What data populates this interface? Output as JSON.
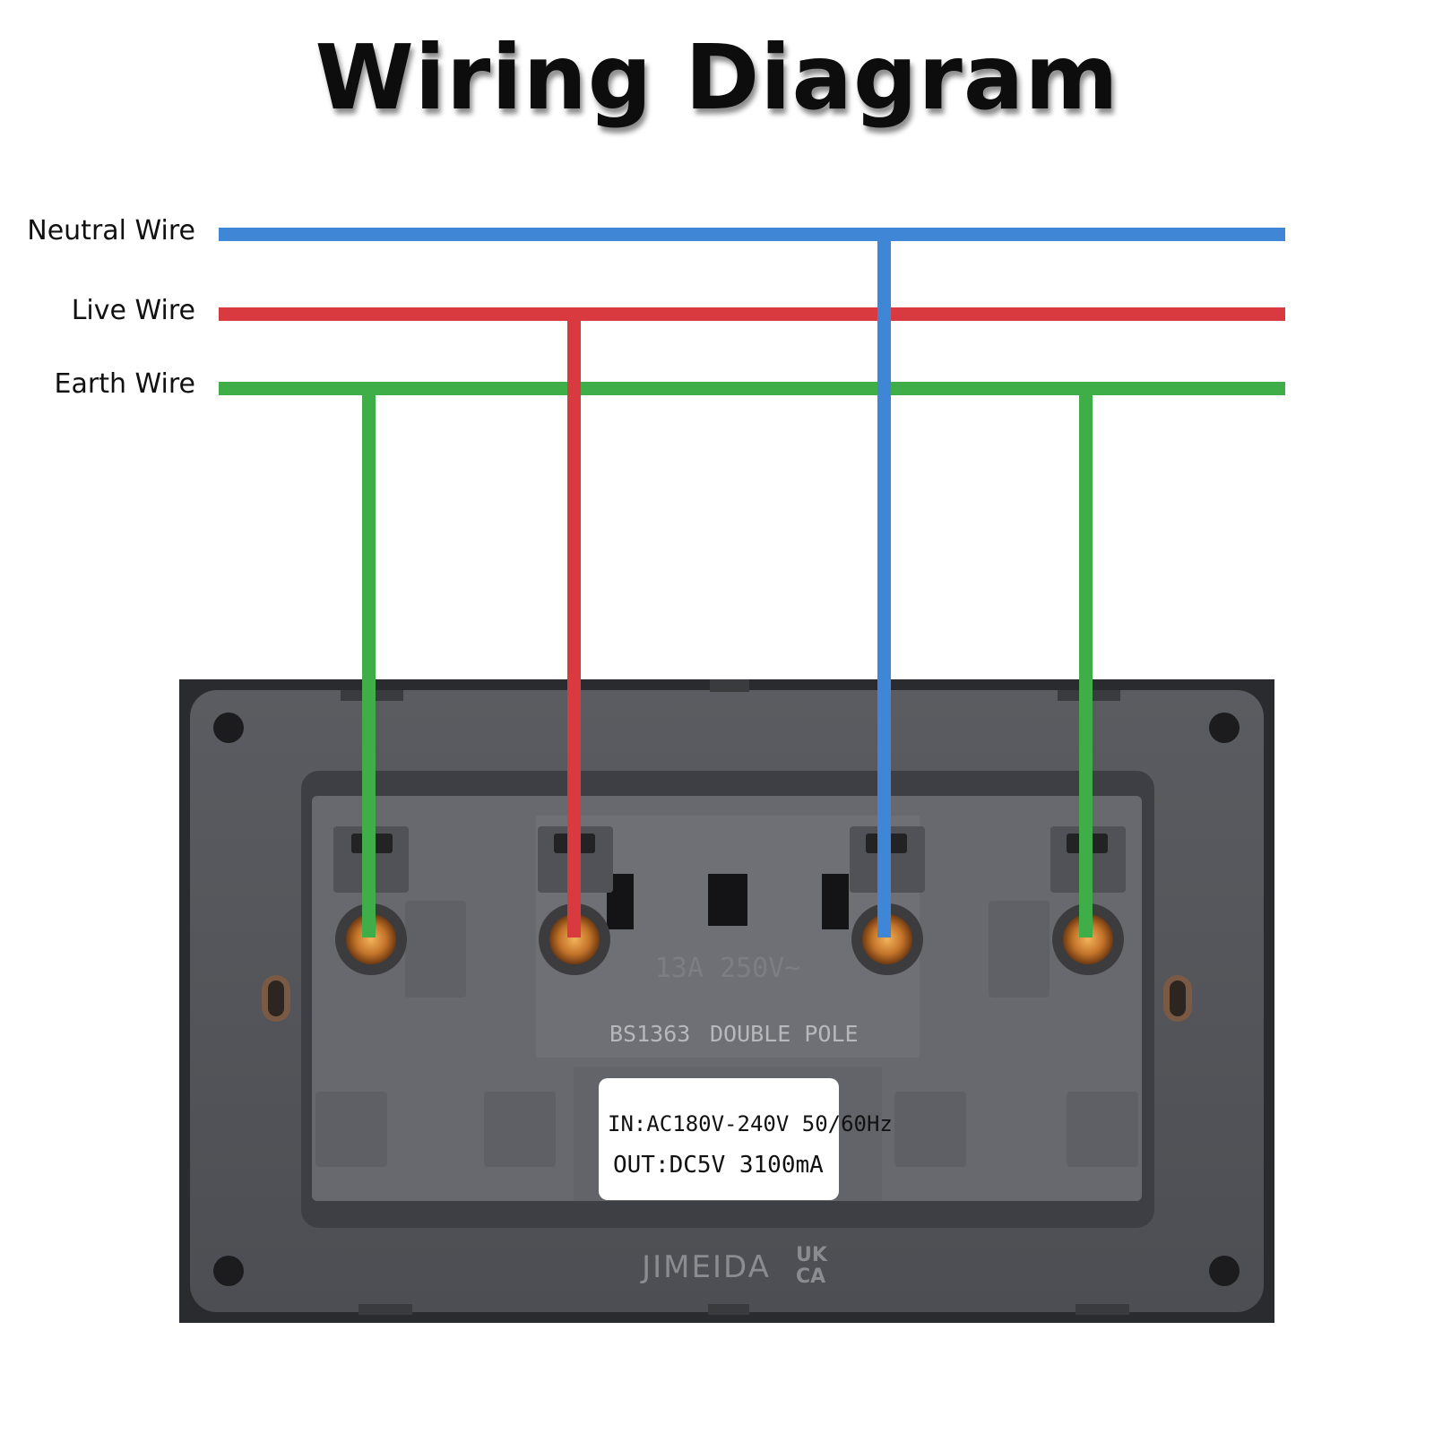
{
  "title": "Wiring Diagram",
  "wires": {
    "neutral": {
      "label": "Neutral Wire",
      "color": "#3f86d6"
    },
    "live": {
      "label": "Live Wire",
      "color": "#d93a3f"
    },
    "earth": {
      "label": "Earth Wire",
      "color": "#3fae48"
    }
  },
  "terminal_connections": [
    "earth",
    "live",
    "neutral",
    "earth"
  ],
  "socket": {
    "rating": "13A 250V~",
    "standard": "BS1363",
    "pole_type": "DOUBLE POLE",
    "usb_input": "IN:AC180V-240V 50/60Hz",
    "usb_output": "OUT:DC5V 3100mA",
    "brand": "JIMEIDA",
    "mark_top": "UK",
    "mark_bottom": "CA"
  }
}
